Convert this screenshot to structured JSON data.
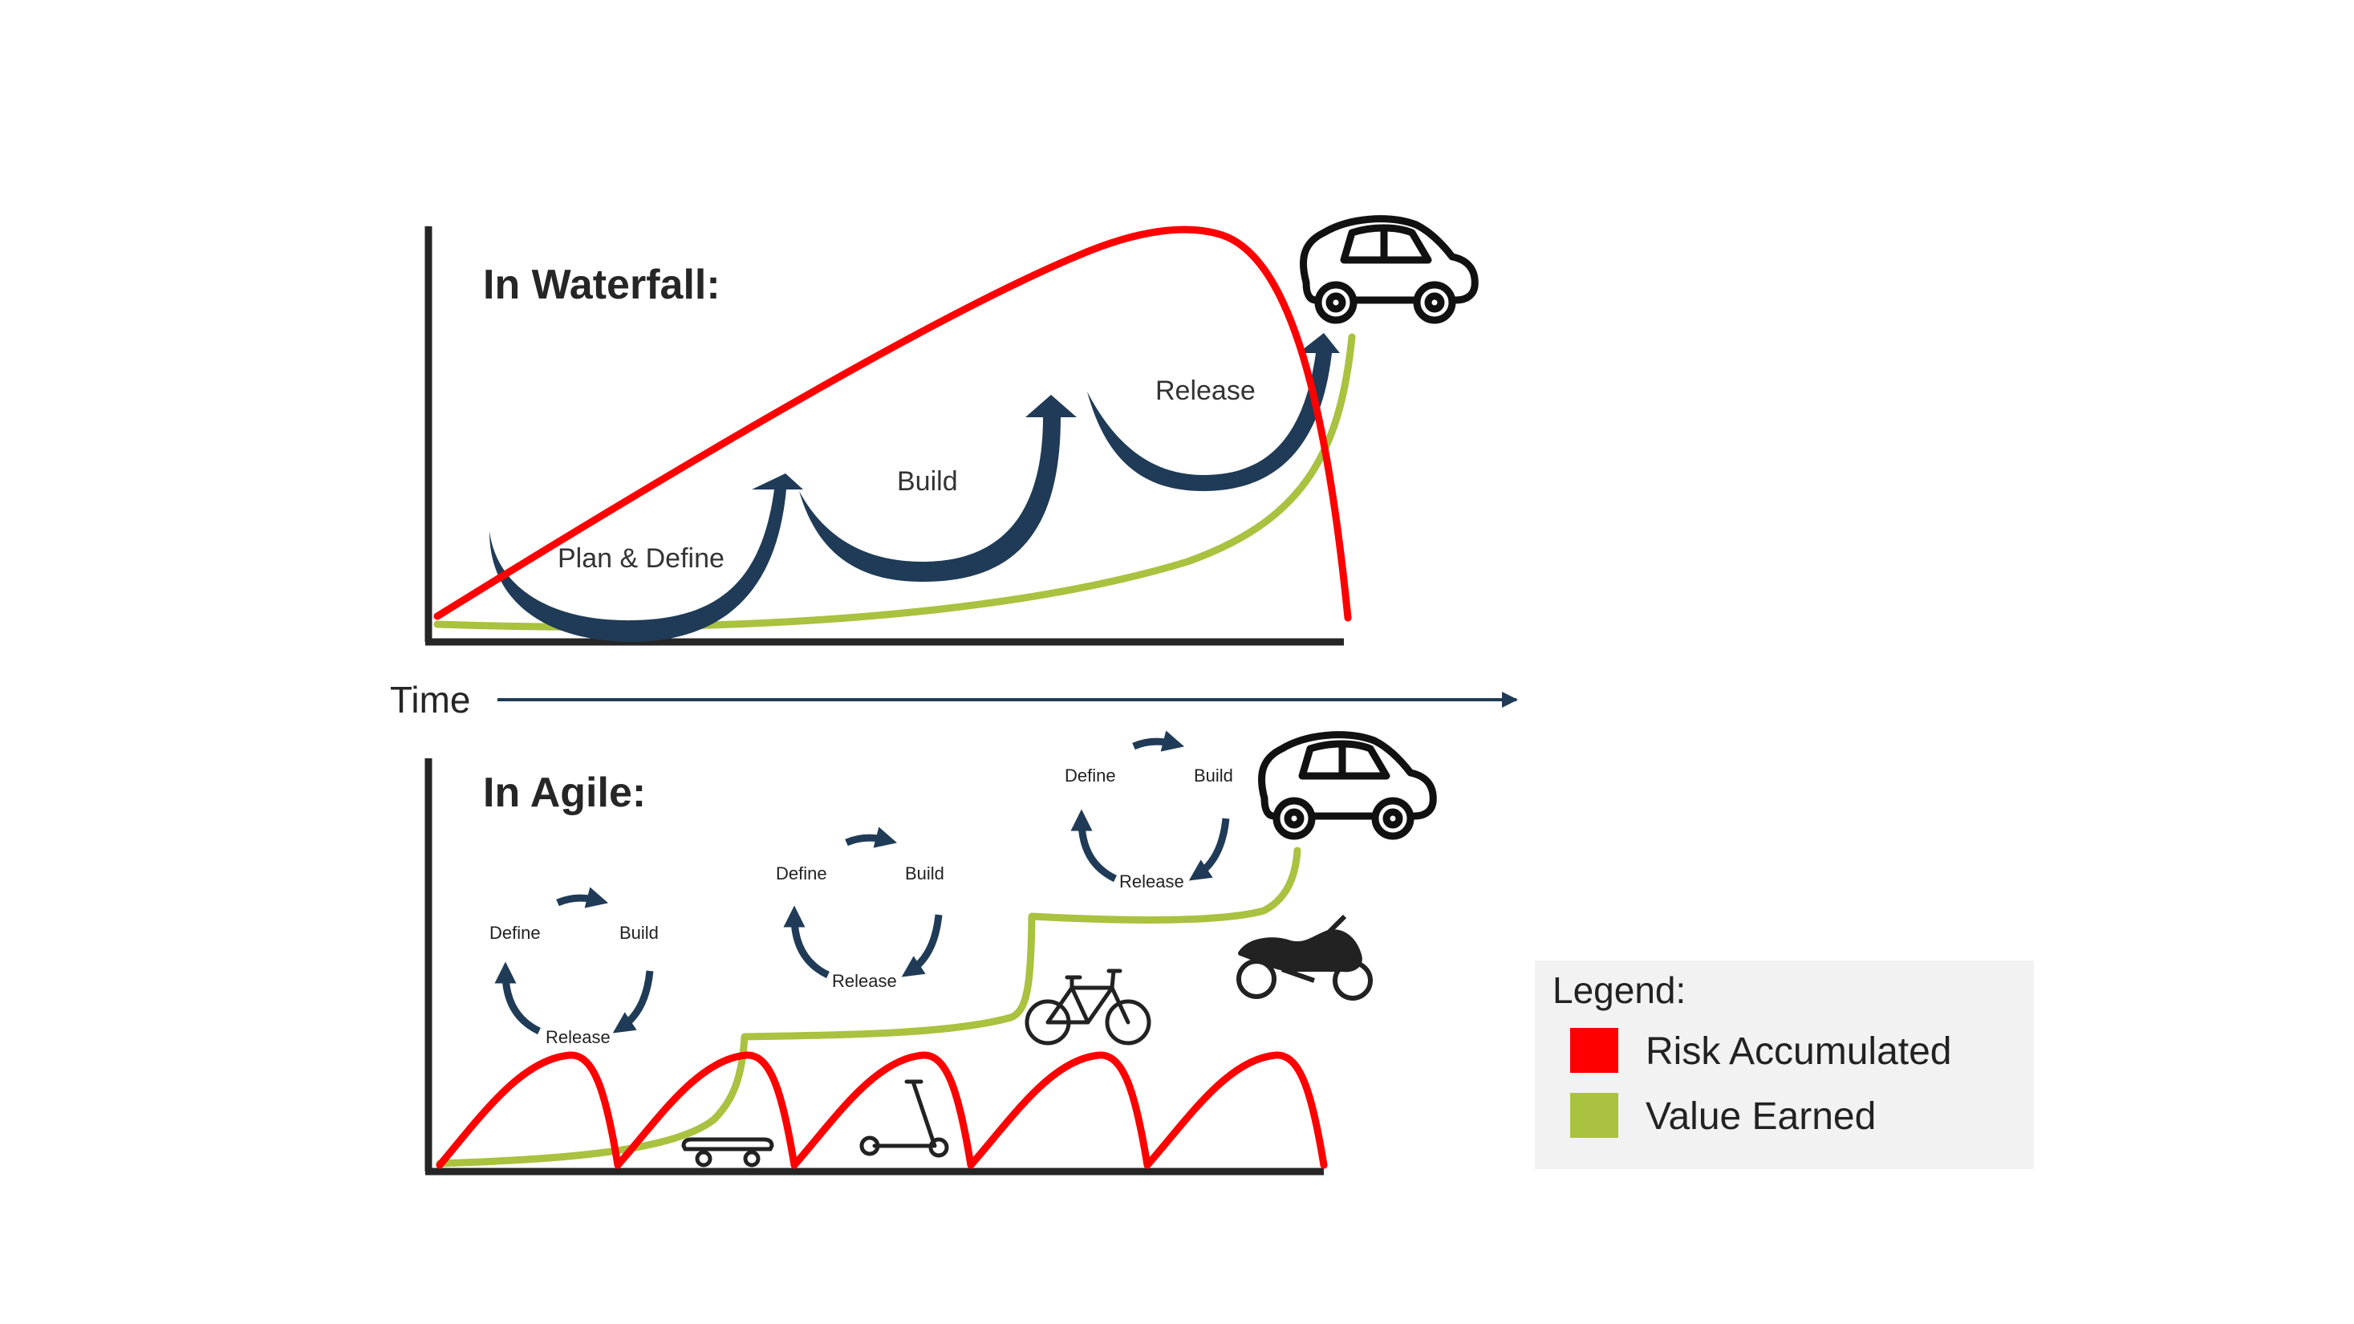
{
  "waterfall": {
    "title": "In Waterfall:",
    "phases": [
      "Plan & Define",
      "Build",
      "Release"
    ]
  },
  "timeline": {
    "label": "Time"
  },
  "agile": {
    "title": "In Agile:",
    "cycles": [
      {
        "define": "Define",
        "build": "Build",
        "release": "Release"
      },
      {
        "define": "Define",
        "build": "Build",
        "release": "Release"
      },
      {
        "define": "Define",
        "build": "Build",
        "release": "Release"
      }
    ],
    "products": [
      "skateboard-icon",
      "scooter-icon",
      "bicycle-icon",
      "motorcycle-icon",
      "car-icon"
    ]
  },
  "legend": {
    "title": "Legend:",
    "items": [
      {
        "label": "Risk Accumulated",
        "color": "#ff0000"
      },
      {
        "label": "Value Earned",
        "color": "#a9c23f"
      }
    ]
  },
  "colors": {
    "risk": "#ff0000",
    "value": "#a9c23f",
    "arrow": "#1f3b57",
    "axis": "#262626"
  }
}
